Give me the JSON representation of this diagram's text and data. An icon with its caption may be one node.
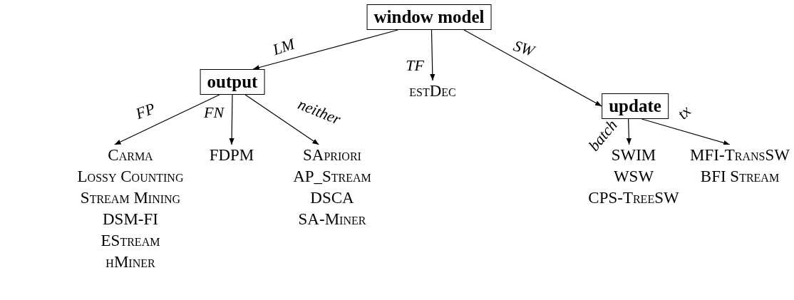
{
  "diagram": {
    "nodes": [
      {
        "text": [
          "window model"
        ]
      },
      {
        "text": [
          "output"
        ]
      },
      {
        "text": [
          "estDec"
        ]
      },
      {
        "text": [
          "update"
        ]
      },
      {
        "text": [
          "Carma",
          "Lossy Counting",
          "Stream Mining",
          "DSM-FI",
          "EStream",
          "hMiner"
        ]
      },
      {
        "text": [
          "FDPM"
        ]
      },
      {
        "text": [
          "SApriori",
          "AP_Stream",
          "DSCA",
          "SA-Miner"
        ]
      },
      {
        "text": [
          "SWIM",
          "WSW",
          "CPS-TreeSW"
        ]
      },
      {
        "text": [
          "MFI-TransSW",
          "BFI Stream"
        ]
      }
    ],
    "edges": [
      {
        "from": 0,
        "to": 1,
        "arrow": "to",
        "label": "LM"
      },
      {
        "from": 0,
        "to": 2,
        "arrow": "to",
        "label": "TF"
      },
      {
        "from": 0,
        "to": 3,
        "arrow": "to",
        "label": "SW"
      },
      {
        "from": 1,
        "to": 4,
        "arrow": "to",
        "label": "FP"
      },
      {
        "from": 1,
        "to": 5,
        "arrow": "to",
        "label": "FN"
      },
      {
        "from": 1,
        "to": 6,
        "arrow": "to",
        "label": "neither"
      },
      {
        "from": 3,
        "to": 7,
        "arrow": "to",
        "label": "batch"
      },
      {
        "from": 3,
        "to": 8,
        "arrow": "to",
        "label": "tx"
      }
    ]
  }
}
